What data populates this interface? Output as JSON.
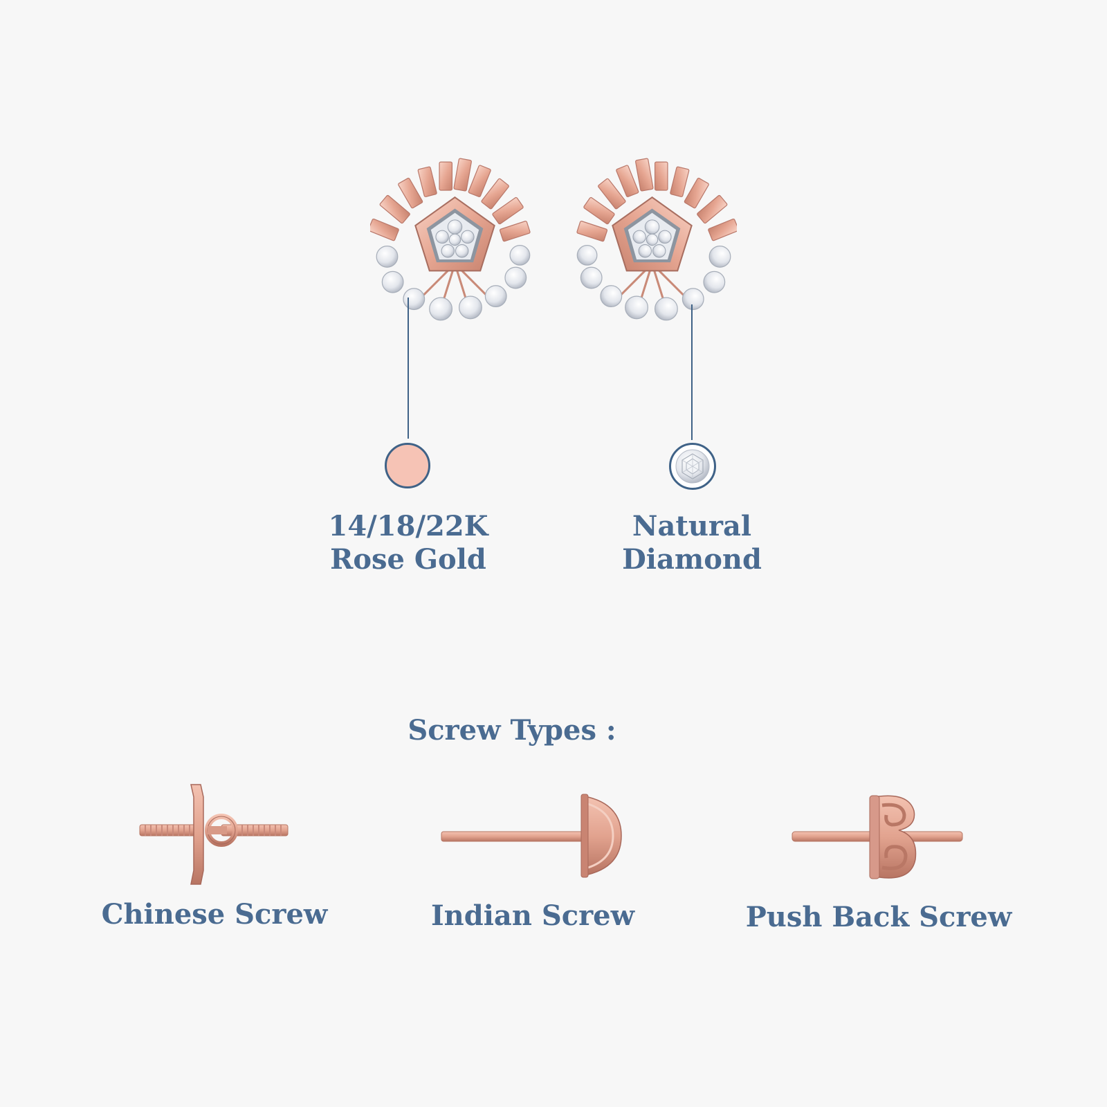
{
  "colors": {
    "background": "#f7f7f7",
    "text": "#4a6b91",
    "rose_gold": "#f6c3b5",
    "rose_gold_dark": "#c98a78",
    "connector": "#3f6287"
  },
  "materials": {
    "metal": {
      "line1": "14/18/22K",
      "line2": "Rose Gold",
      "icon": "rose-gold-swatch-icon"
    },
    "stone": {
      "line1": "Natural",
      "line2": "Diamond",
      "icon": "diamond-icon"
    }
  },
  "screw_types": {
    "heading": "Screw Types :",
    "items": [
      {
        "label": "Chinese Screw",
        "icon": "chinese-screw-icon"
      },
      {
        "label": "Indian Screw",
        "icon": "indian-screw-icon"
      },
      {
        "label": "Push Back Screw",
        "icon": "push-back-screw-icon"
      }
    ]
  }
}
